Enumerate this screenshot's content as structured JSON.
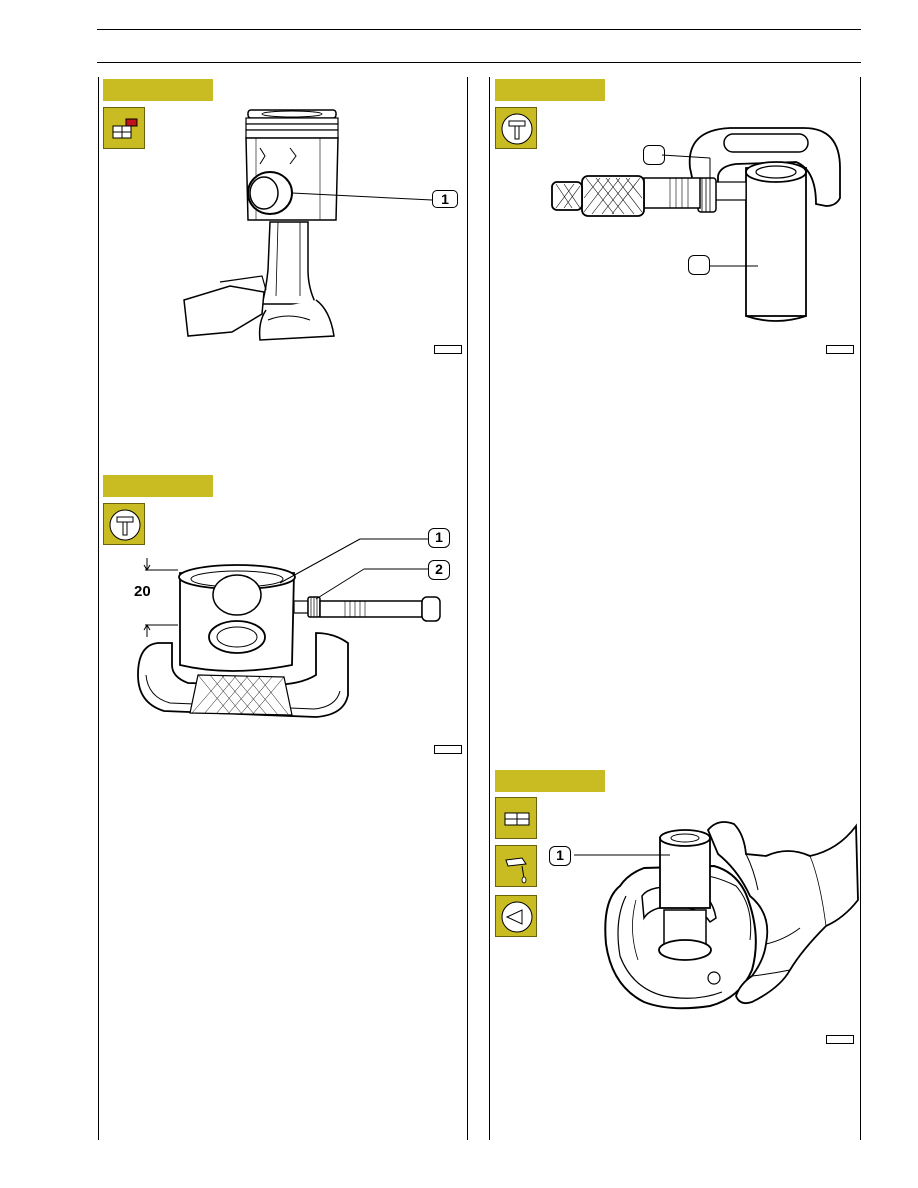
{
  "panels": [
    {
      "id": "top-left",
      "callouts": [
        "1"
      ],
      "icons": [
        "engine-block-icon"
      ]
    },
    {
      "id": "mid-left",
      "callouts": [
        "1",
        "2"
      ],
      "dimension": "20",
      "icons": [
        "micrometer-icon"
      ]
    },
    {
      "id": "top-right",
      "callouts": [
        "",
        ""
      ],
      "icons": [
        "micrometer-icon"
      ]
    },
    {
      "id": "bottom-right",
      "callouts": [
        "1"
      ],
      "icons": [
        "components-icon",
        "oil-can-icon",
        "visual-inspection-icon"
      ]
    }
  ],
  "colors": {
    "tab": "#c9bb22",
    "icon_border": "#6b6210",
    "accent_red": "#c0141c"
  }
}
